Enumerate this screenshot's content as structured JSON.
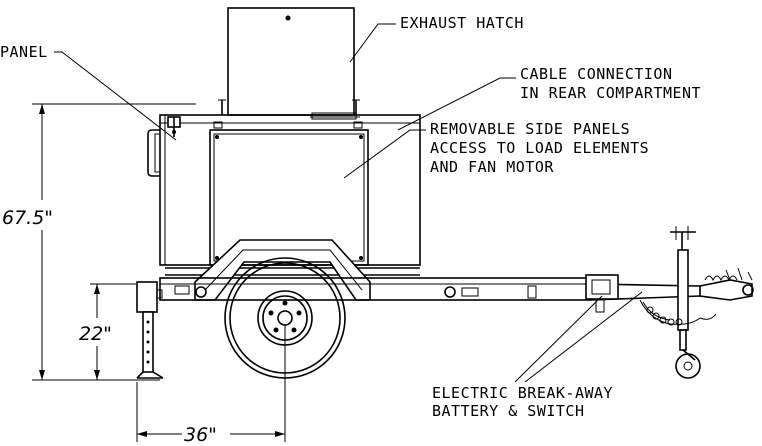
{
  "labels": {
    "panel": "PANEL",
    "exhaust_hatch": "EXHAUST HATCH",
    "cable_connection_line1": "CABLE CONNECTION",
    "cable_connection_line2": "IN REAR COMPARTMENT",
    "side_panels_line1": "REMOVABLE SIDE PANELS",
    "side_panels_line2": "ACCESS TO LOAD ELEMENTS",
    "side_panels_line3": "AND FAN MOTOR",
    "breakaway_line1": "ELECTRIC BREAK-AWAY",
    "breakaway_line2": "BATTERY & SWITCH"
  },
  "dimensions": {
    "overall_height": "67.5\"",
    "frame_height": "22\"",
    "axle_offset": "36\""
  },
  "colors": {
    "line": "#000000",
    "background": "#ffffff"
  }
}
